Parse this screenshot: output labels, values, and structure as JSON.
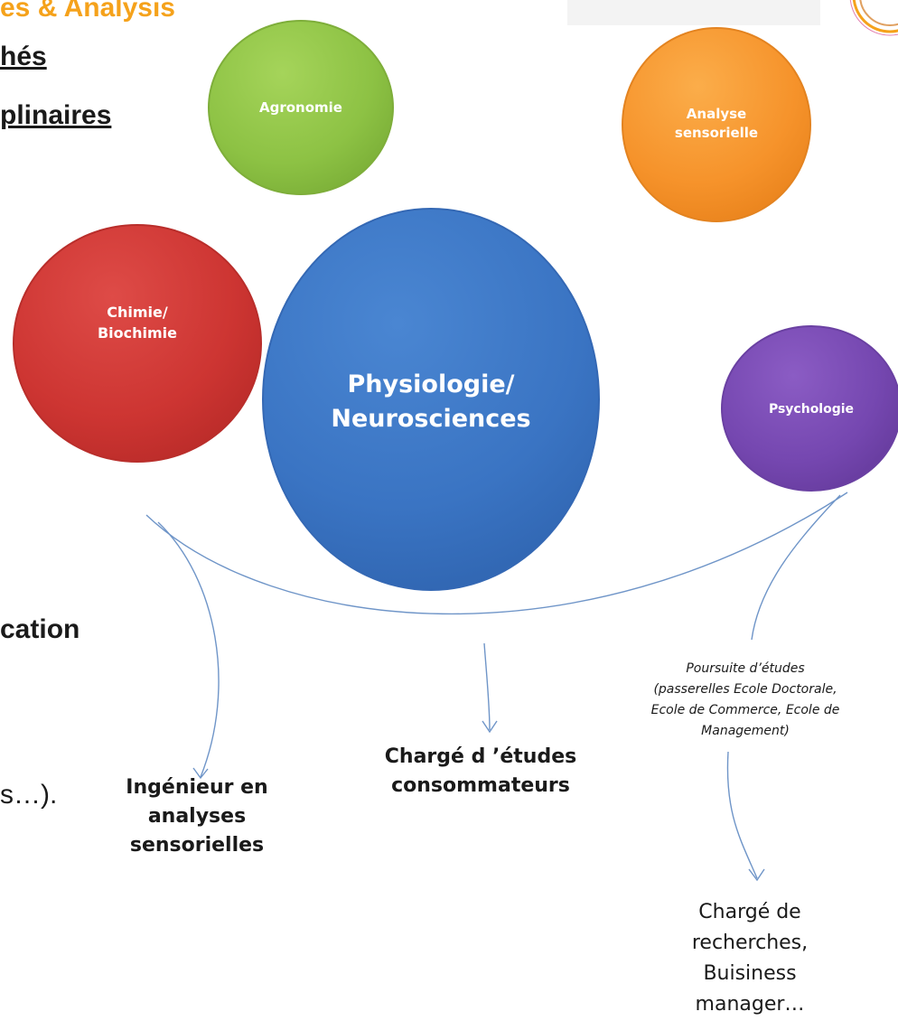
{
  "header": {
    "orange_fragment": "es & Analysis",
    "line1": "hés",
    "line2": "plinaires"
  },
  "side": {
    "title_fragment": "cation",
    "text_fragment": "s…)."
  },
  "circles": {
    "agronomie": "Agronomie",
    "analyse_line1": "Analyse",
    "analyse_line2": "sensorielle",
    "chimie_line1": "Chimie/",
    "chimie_line2": "Biochimie",
    "physio_line1": "Physiologie/",
    "physio_line2": "Neurosciences",
    "psychologie": "Psychologie"
  },
  "outcomes": {
    "ingenieur_line1": "Ingénieur en",
    "ingenieur_line2": "analyses",
    "ingenieur_line3": "sensorielles",
    "charge_line1": "Chargé d ’études",
    "charge_line2": "consommateurs",
    "poursuite_line1": "Poursuite d’études",
    "poursuite_line2": "(passerelles Ecole Doctorale,",
    "poursuite_line3": "Ecole de Commerce, Ecole de",
    "poursuite_line4": "Management)",
    "recherche_line1": "Chargé de",
    "recherche_line2": "recherches,",
    "recherche_line3": "Buisiness",
    "recherche_line4": "manager…"
  },
  "colors": {
    "agronomie": "#8dc244",
    "analyse": "#f6932b",
    "chimie": "#cd3532",
    "physio": "#3a74c3",
    "psychologie": "#7547b0",
    "connector": "#6f95c8",
    "accent_orange": "#f5a21b"
  }
}
